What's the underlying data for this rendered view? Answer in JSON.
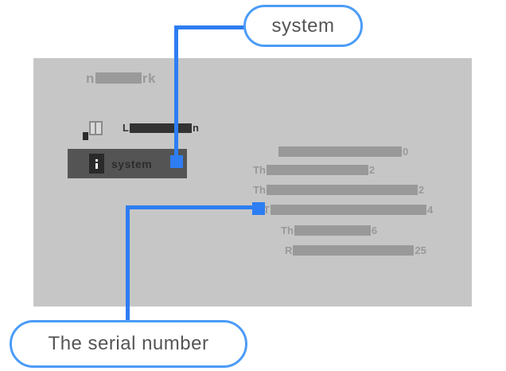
{
  "callouts": {
    "top": {
      "label": "system"
    },
    "bottom": {
      "label": "The serial number"
    }
  },
  "colors": {
    "connector_blue": "#2e7df2",
    "bubble_border_blue": "#4b9cf7",
    "panel_gray": "#c6c6c6",
    "selected_row_gray": "#545454",
    "redacted_text_gray": "#999999"
  },
  "screenshot": {
    "title": {
      "prefix": "n",
      "suffix": "rk"
    },
    "menu": {
      "item1": {
        "prefix": "L",
        "suffix": "n"
      },
      "system": {
        "label": "system"
      }
    },
    "info_rows": [
      {
        "prefix": "",
        "suffix": "0"
      },
      {
        "prefix": "Th",
        "suffix": "2"
      },
      {
        "prefix": "Th",
        "suffix": "2"
      },
      {
        "prefix": "T",
        "suffix": "4"
      },
      {
        "prefix": "Th",
        "suffix": "6"
      },
      {
        "prefix": "R",
        "suffix": "25"
      }
    ]
  }
}
